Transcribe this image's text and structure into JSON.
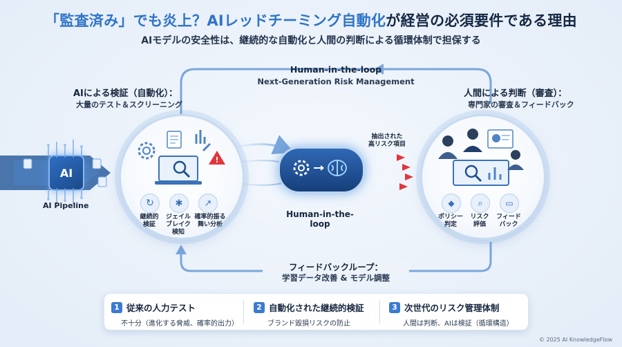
{
  "header": {
    "title_part1": "「監査済み」でも炎上？",
    "title_part2": "AIレッドチーミング自動化",
    "title_part3": "が経営の必須要件である理由",
    "subtitle": "AIモデルの安全性は、継続的な自動化と人間の判断による循環体制で担保する"
  },
  "top_arc": {
    "title": "Human-in-the-loop",
    "subtitle": "Next-Generation Risk Management"
  },
  "left_panel": {
    "title": "AIによる検証（自動化）：",
    "subtitle": "大量のテスト＆スクリーニング",
    "labels": [
      [
        "継続的",
        "検証"
      ],
      [
        "ジェイル",
        "ブレイク",
        "検知"
      ],
      [
        "確率的振る",
        "舞い分析"
      ]
    ]
  },
  "pipeline": {
    "chip_text": "AI",
    "label": "AI Pipeline"
  },
  "center": {
    "label": "Human-in-the-loop",
    "extract_label": [
      "抽出された",
      "高リスク項目"
    ]
  },
  "right_panel": {
    "title": "人間による判断（審査）：",
    "subtitle": "専門家の審査＆フィードバック",
    "labels": [
      [
        "ポリシー",
        "判定"
      ],
      [
        "リスク",
        "評価"
      ],
      [
        "フィード",
        "バック"
      ]
    ]
  },
  "bottom_arc": {
    "title": "フィードバックループ：",
    "subtitle": "学習データ改善 & モデル調整"
  },
  "summary": [
    {
      "num": "1",
      "title": "従来の人力テスト",
      "desc": "不十分（進化する脅威、確率的出力）"
    },
    {
      "num": "2",
      "title": "自動化された継続的検証",
      "desc": "ブランド毀損リスクの防止"
    },
    {
      "num": "3",
      "title": "次世代のリスク管理体制",
      "desc": "人間は判断、AIは検証（循環構造）"
    }
  ],
  "footer": {
    "copyright": "© 2025 AI KnowledgeFlow"
  },
  "colors": {
    "accent": "#2f74c9",
    "dark": "#16263d",
    "warning": "#e0353b",
    "ring": "#c7daf0"
  }
}
